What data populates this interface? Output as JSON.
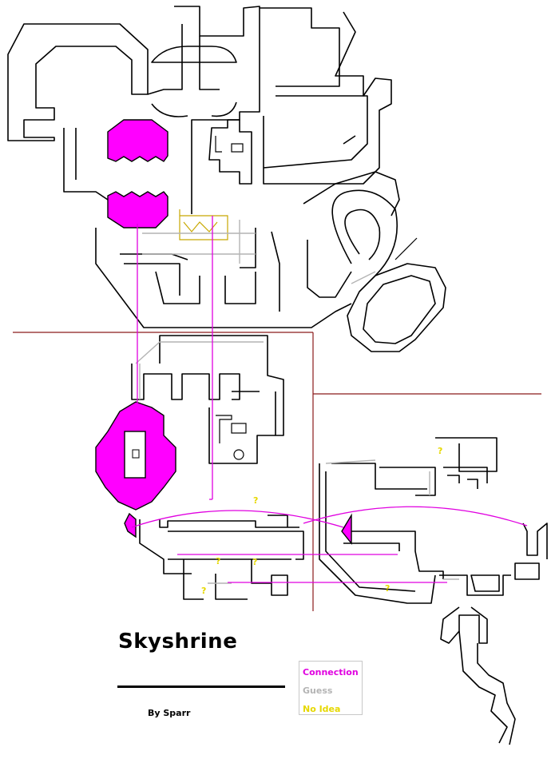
{
  "title": "Skyshrine",
  "byline": "By Sparr",
  "legend": {
    "connection": "Connection",
    "guess": "Guess",
    "no_idea": "No Idea"
  },
  "unknown_marker": "?",
  "colors": {
    "wall": "#000000",
    "connection": "#e000e0",
    "room_fill": "#ff00ff",
    "guess": "#b4b4b4",
    "no_idea": "#e6d800",
    "zone_divider": "#8b1a1a",
    "background": "#ffffff"
  }
}
